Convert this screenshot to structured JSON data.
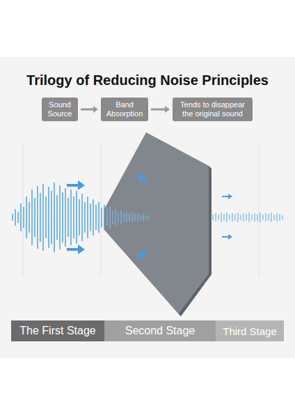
{
  "diagram": {
    "title": "Trilogy of Reducing Noise Principles",
    "nodes": [
      {
        "text": [
          "Sound Source"
        ]
      },
      {
        "text": [
          "Band Absorption"
        ]
      },
      {
        "text": [
          "Tends to disappear the original sound"
        ]
      },
      {
        "text": [
          "The First Stage"
        ]
      },
      {
        "text": [
          "Second Stage"
        ]
      },
      {
        "text": [
          "Third Stage"
        ]
      }
    ],
    "edges": [
      {
        "from": 0,
        "to": 1,
        "arrow": "to"
      },
      {
        "from": 1,
        "to": 2,
        "arrow": "to"
      }
    ]
  }
}
